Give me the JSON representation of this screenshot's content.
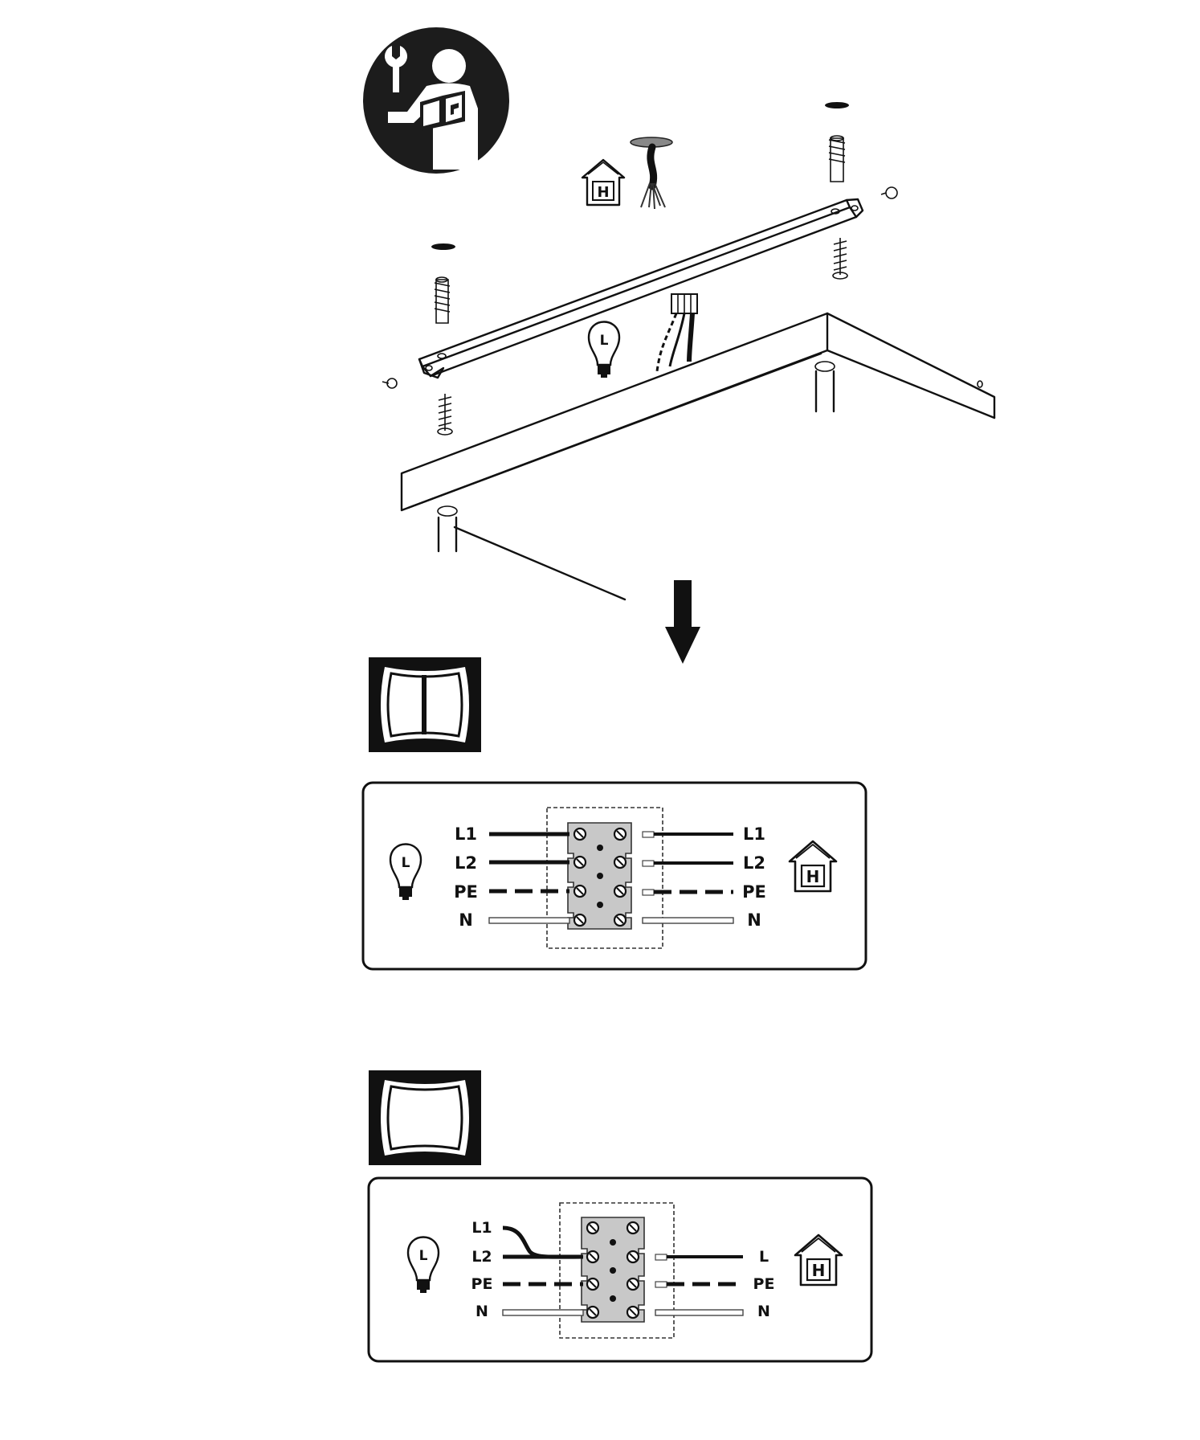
{
  "icons": {
    "service_manual": "read-manual-icon",
    "house": "house-icon",
    "lamp": "lamp-icon",
    "double_switch": "double-switch-icon",
    "single_switch": "single-switch-icon",
    "arrow": "arrow-down-icon"
  },
  "icon_letters": {
    "house": "H",
    "lamp": "L"
  },
  "wiring_double": {
    "left_labels": [
      "L1",
      "L2",
      "PE",
      "N"
    ],
    "right_labels": [
      "L1",
      "L2",
      "PE",
      "N"
    ]
  },
  "wiring_single": {
    "left_labels": [
      "L1",
      "L2",
      "PE",
      "N"
    ],
    "right_labels": [
      "L",
      "PE",
      "N"
    ]
  }
}
